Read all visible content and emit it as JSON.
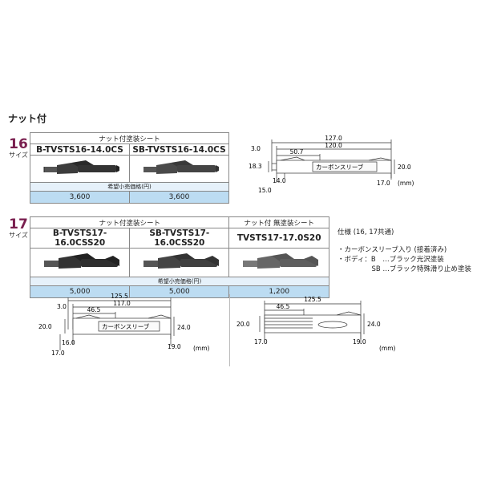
{
  "section_title": "ナット付",
  "size16": {
    "number": "16",
    "label": "サイズ",
    "category": "ナット付塗装シート",
    "models": [
      "B-TVSTS16-14.0CS",
      "SB-TVSTS16-14.0CS"
    ],
    "price_header": "希望小売価格(円)",
    "prices": [
      "3,600",
      "3,600"
    ]
  },
  "size17": {
    "number": "17",
    "label": "サイズ",
    "category1": "ナット付塗装シート",
    "category2": "ナット付 無塗装シート",
    "models": [
      "B-TVSTS17-16.0CSS20",
      "SB-TVSTS17-16.0CSS20",
      "TVSTS17-17.0S20"
    ],
    "price_header": "希望小売価格(円)",
    "prices": [
      "5,000",
      "5,000",
      "1,200"
    ]
  },
  "spec": {
    "title": "仕様 (16, 17共通)",
    "lines": [
      "・カーボンスリーブ入り (接着済み)",
      "・ボディ：B　…ブラック光沢塗装",
      "　　　　　SB …ブラック特殊滑り止め塗装"
    ]
  },
  "drawing16": {
    "dims": [
      "127.0",
      "120.0",
      "50.7",
      "3.0",
      "18.3",
      "14.0",
      "15.0",
      "17.0",
      "20.0"
    ],
    "sleeve_label": "カーボンスリーブ",
    "unit": "(mm)"
  },
  "drawing17a": {
    "dims": [
      "125.5",
      "117.0",
      "46.5",
      "3.0",
      "20.0",
      "16.0",
      "17.0",
      "19.0",
      "24.0"
    ],
    "sleeve_label": "カーボンスリーブ",
    "unit": "(mm)"
  },
  "drawing17b": {
    "dims": [
      "125.5",
      "46.5",
      "20.0",
      "17.0",
      "19.0",
      "24.0"
    ],
    "unit": "(mm)"
  },
  "colors": {
    "size_accent": "#7a1f4f",
    "price_bg": "#bcdcf2",
    "price_header_bg": "#e6f1fa"
  }
}
